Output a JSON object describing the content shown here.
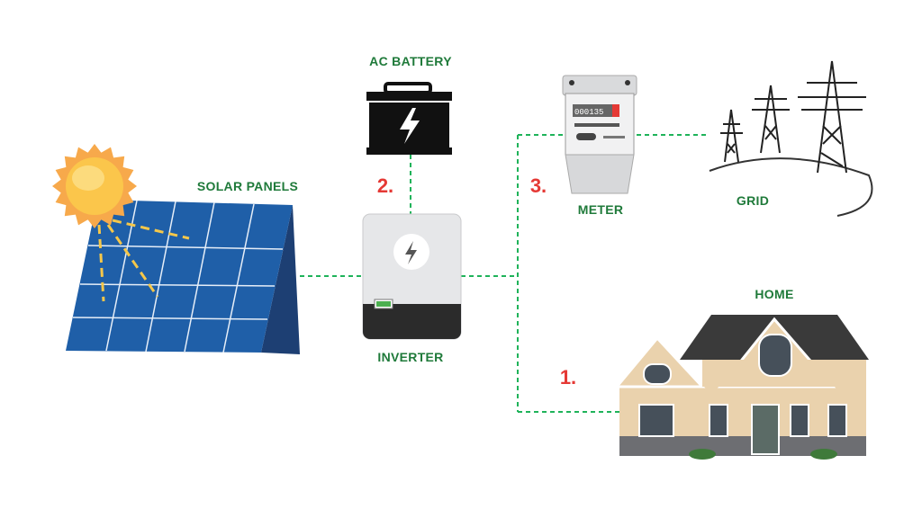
{
  "labels": {
    "solar_panels": "SOLAR PANELS",
    "ac_battery": "AC BATTERY",
    "inverter": "INVERTER",
    "meter": "METER",
    "grid": "GRID",
    "home": "HOME"
  },
  "steps": {
    "home": "1.",
    "battery": "2.",
    "meter": "3."
  },
  "meter_reading": "000135",
  "colors": {
    "label": "#1f7a3a",
    "step": "#e53935",
    "connector": "#1fb35a",
    "sun": "#f7a94b"
  }
}
